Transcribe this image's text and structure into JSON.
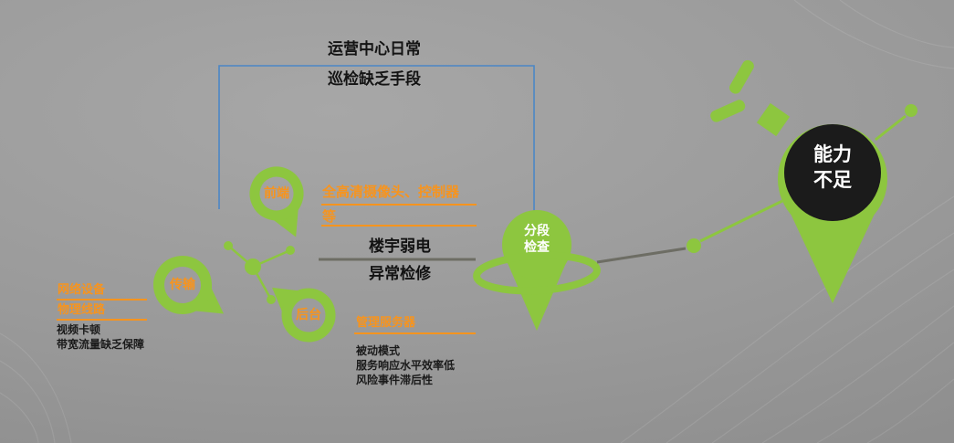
{
  "colors": {
    "green": "#8dc63f",
    "orange": "#f7941e",
    "blue": "#4b86c6",
    "pin_head_black": "#1b1b1b",
    "background_gray": "#999999"
  },
  "note": {
    "line1": "运营中心日常",
    "line2": "巡检缺乏手段"
  },
  "cluster": {
    "front_pin_label": "前端",
    "transmission_pin_label": "传输",
    "backend_pin_label": "后台"
  },
  "front_annotation": {
    "line1": "全高清摄像头、控制器",
    "line2": "等"
  },
  "transmission_annotation": {
    "label1": "网络设备",
    "label2": "物理线路",
    "issue1": "视频卡顿",
    "issue2": "带宽流量缺乏保障"
  },
  "backend_annotation": {
    "label": "管理服务器",
    "issue1": "被动模式",
    "issue2": "服务响应水平效率低",
    "issue3": "风险事件滞后性"
  },
  "center_label": {
    "line1": "楼宇弱电",
    "line2": "异常检修"
  },
  "segment_pin": {
    "line1": "分段",
    "line2": "检查"
  },
  "capability_pin": {
    "line1": "能力",
    "line2": "不足"
  }
}
